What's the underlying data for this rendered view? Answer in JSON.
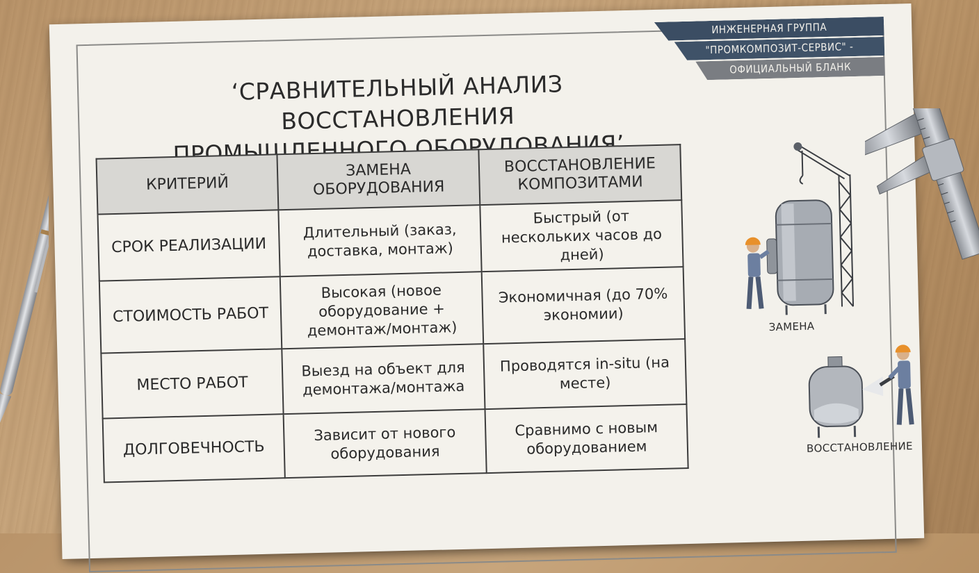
{
  "header_banner": {
    "line1": "ИНЖЕНЕРНАЯ ГРУППА",
    "line2": "\"ПРОМКОМПОЗИТ-СЕРВИС\" -",
    "line3": "ОФИЦИАЛЬНЫЙ БЛАНК"
  },
  "document": {
    "title_line1": "‘СРАВНИТЕЛЬНЫЙ АНАЛИЗ ВОССТАНОВЛЕНИЯ",
    "title_line2": "ПРОМЫШЛЕННОГО ОБОРУДОВАНИЯ’"
  },
  "table": {
    "headers": [
      "КРИТЕРИЙ",
      "ЗАМЕНА ОБОРУДОВАНИЯ",
      "ВОССТАНОВЛЕНИЕ КОМПОЗИТАМИ"
    ],
    "rows": [
      [
        "СРОК РЕАЛИЗАЦИИ",
        "Длительный (заказ, доставка, монтаж)",
        "Быстрый (от нескольких часов до дней)"
      ],
      [
        "СТОИМОСТЬ РАБОТ",
        "Высокая (новое оборудование + демонтаж/монтаж)",
        "Экономичная (до 70% экономии)"
      ],
      [
        "МЕСТО РАБОТ",
        "Выезд на объект для демонтажа/монтажа",
        "Проводятся in-situ (на месте)"
      ],
      [
        "ДОЛГОВЕЧНОСТЬ",
        "Зависит от нового оборудования",
        "Сравнимо с новым оборудованием"
      ]
    ]
  },
  "illustrations": {
    "replacement_label": "ЗАМЕНА",
    "restoration_label": "ВОССТАНОВЛЕНИЕ"
  },
  "colors": {
    "banner_dark": "#3b4d63",
    "banner_grey": "#7a7d82",
    "paper": "#f3f1eb",
    "table_header": "#d8d7d3",
    "worker_helmet": "#e8902a"
  }
}
